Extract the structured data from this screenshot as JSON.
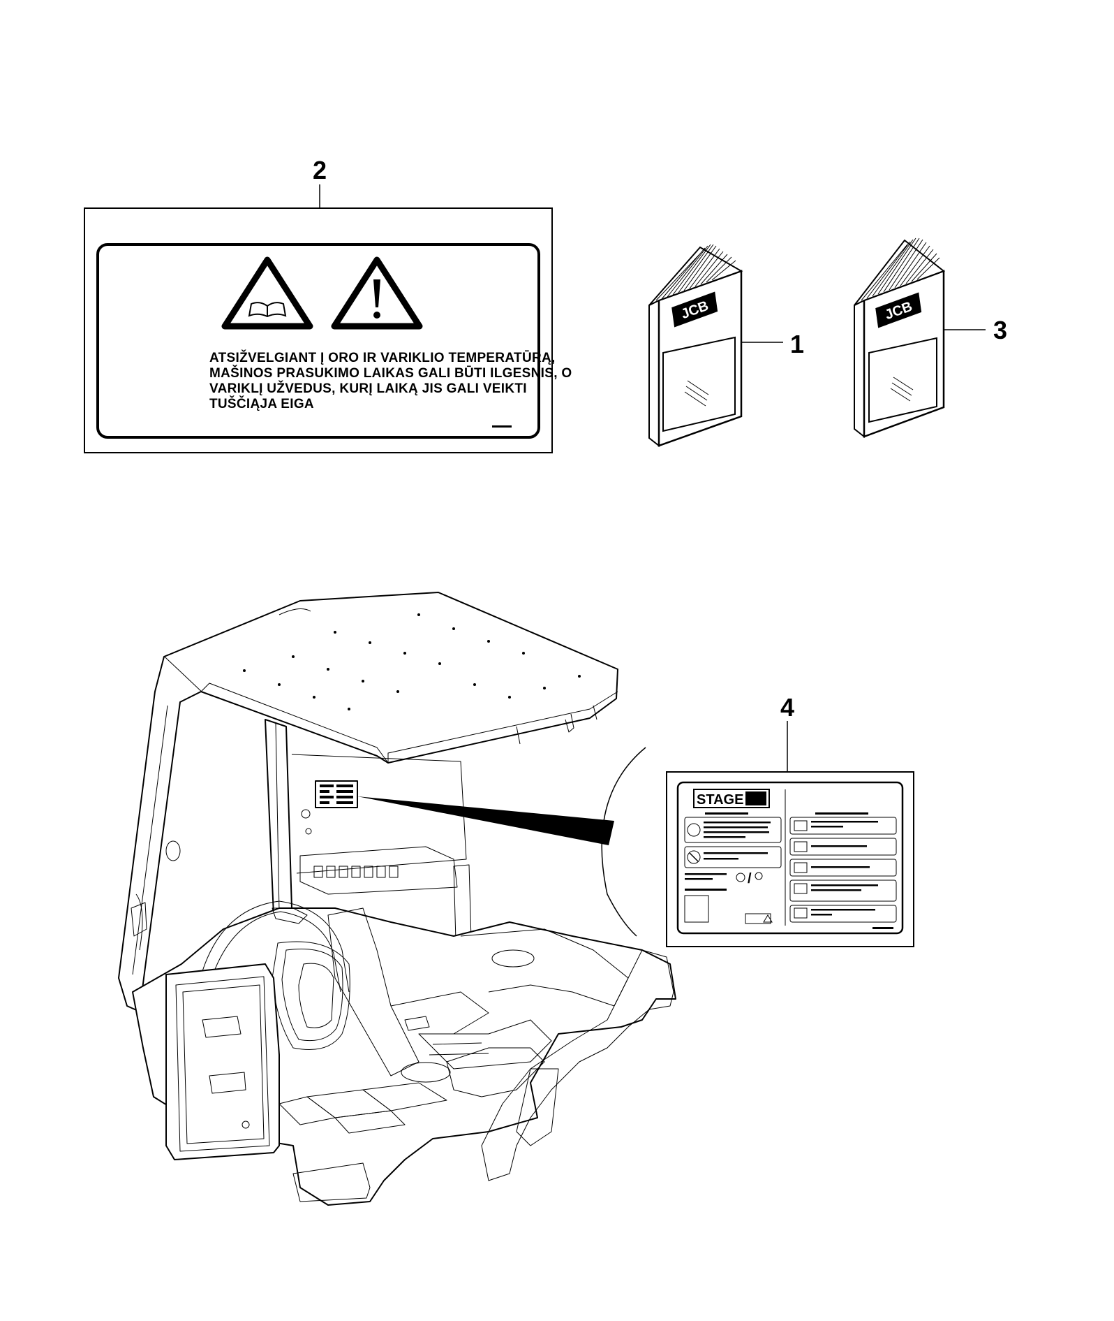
{
  "callouts": {
    "label_1": "1",
    "label_2": "2",
    "label_3": "3",
    "label_4": "4"
  },
  "warning_decal": {
    "lines": [
      "ATSIŽVELGIANT Į ORO IR VARIKLIO TEMPERATŪRĄ,",
      "MAŠINOS PRASUKIMO LAIKAS GALI BŪTI ILGESNIS, O",
      "VARIKLĮ UŽVEDUS, KURĮ LAIKĄ JIS GALI VEIKTI",
      "TUŠČIĄJA EIGA"
    ],
    "icons": [
      "read-manual-icon",
      "warning-exclamation-icon"
    ]
  },
  "manual_logo": "JCB",
  "stage_decal": {
    "title": "STAGE V"
  }
}
